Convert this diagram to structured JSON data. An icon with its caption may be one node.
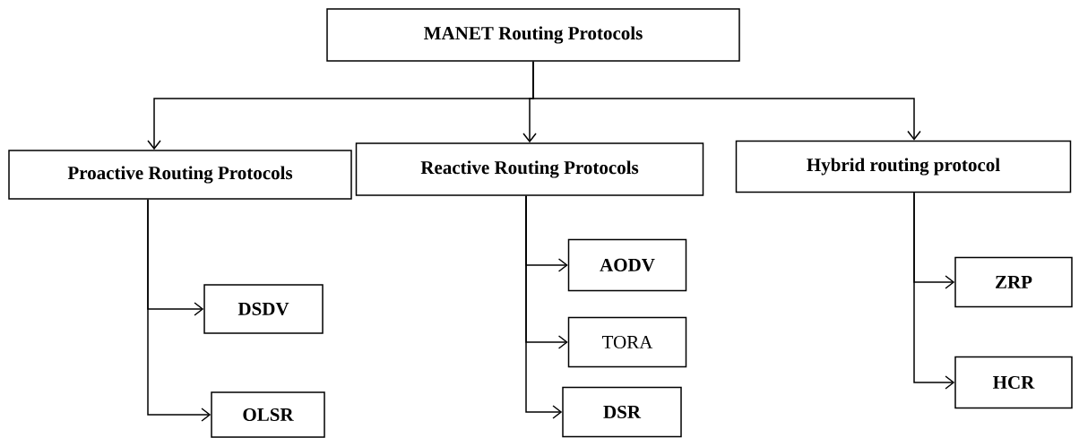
{
  "diagram": {
    "nodes": [
      {
        "text": [
          "MANET Routing Protocols"
        ]
      },
      {
        "text": [
          "Proactive Routing Protocols"
        ]
      },
      {
        "text": [
          "Reactive Routing Protocols"
        ]
      },
      {
        "text": [
          "Hybrid routing protocol"
        ]
      },
      {
        "text": [
          "DSDV"
        ]
      },
      {
        "text": [
          "OLSR"
        ]
      },
      {
        "text": [
          "AODV"
        ]
      },
      {
        "text": [
          "TORA"
        ]
      },
      {
        "text": [
          "DSR"
        ]
      },
      {
        "text": [
          "ZRP"
        ]
      },
      {
        "text": [
          "HCR"
        ]
      }
    ],
    "edges": [
      {
        "from": 0,
        "to": 1,
        "arrow": "to"
      },
      {
        "from": 0,
        "to": 2,
        "arrow": "to"
      },
      {
        "from": 0,
        "to": 3,
        "arrow": "to"
      },
      {
        "from": 1,
        "to": 4,
        "arrow": "to"
      },
      {
        "from": 1,
        "to": 5,
        "arrow": "to"
      },
      {
        "from": 2,
        "to": 6,
        "arrow": "to"
      },
      {
        "from": 2,
        "to": 7,
        "arrow": "to"
      },
      {
        "from": 2,
        "to": 8,
        "arrow": "to"
      },
      {
        "from": 3,
        "to": 9,
        "arrow": "to"
      },
      {
        "from": 3,
        "to": 10,
        "arrow": "to"
      }
    ]
  }
}
